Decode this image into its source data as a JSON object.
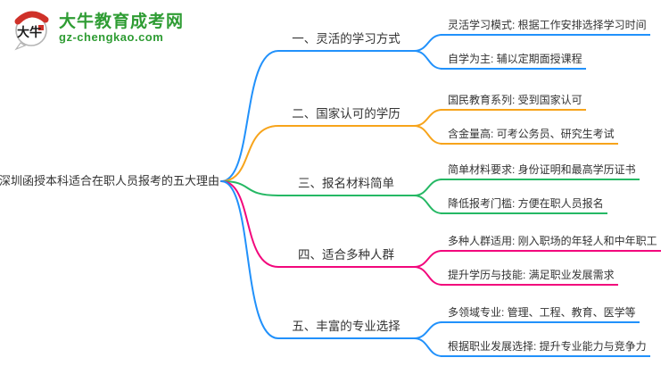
{
  "site": {
    "logo": {
      "bubble_chars": "大牛",
      "name": "大牛教育成考网",
      "domain": "gz-chengkao.com"
    },
    "colors": {
      "brand_green": "#2E9C33",
      "logo_red": "#CF3129"
    }
  },
  "mindmap": {
    "root_label": "深圳函授本科适合在职人员报考的五大理由",
    "branches": [
      {
        "label": "一、灵活的学习方式",
        "color": "#2191FB",
        "children": [
          {
            "text": "灵活学习模式: 根据工作安排选择学习时间"
          },
          {
            "text": "自学为主: 辅以定期面授课程"
          }
        ]
      },
      {
        "label": "二、国家认可的学历",
        "color": "#F7A41B",
        "children": [
          {
            "text": "国民教育系列: 受到国家认可"
          },
          {
            "text": "含金量高: 可考公务员、研究生考试"
          }
        ]
      },
      {
        "label": "三、报名材料简单",
        "color": "#25B864",
        "children": [
          {
            "text": "简单材料要求: 身份证明和最高学历证书"
          },
          {
            "text": "降低报考门槛: 方便在职人员报名"
          }
        ]
      },
      {
        "label": "四、适合多种人群",
        "color": "#F2077C",
        "children": [
          {
            "text": "多种人群适用: 刚入职场的年轻人和中年职工"
          },
          {
            "text": "提升学历与技能: 满足职业发展需求"
          }
        ]
      },
      {
        "label": "五、丰富的专业选择",
        "color": "#2191FB",
        "children": [
          {
            "text": "多领域专业: 管理、工程、教育、医学等"
          },
          {
            "text": "根据职业发展选择: 提升专业能力与竞争力"
          }
        ]
      }
    ]
  }
}
